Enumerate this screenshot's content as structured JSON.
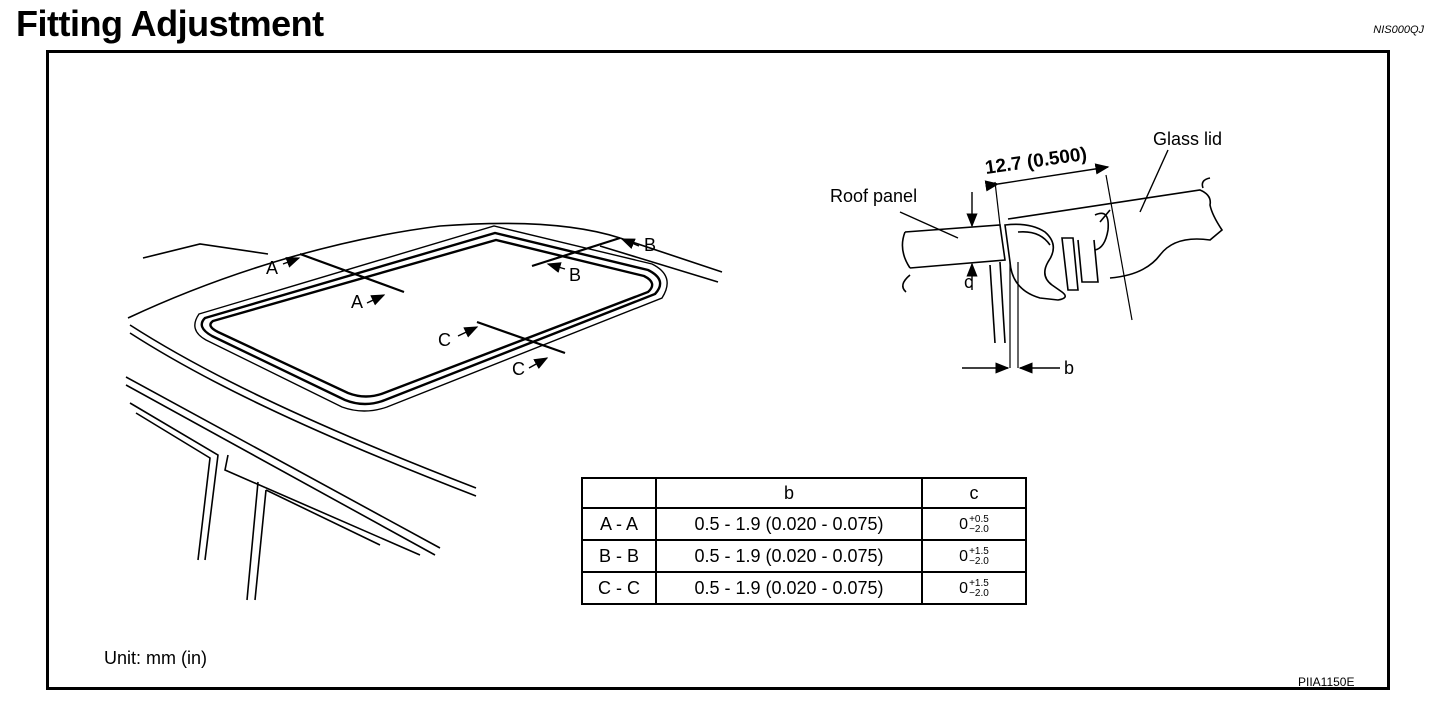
{
  "header": {
    "title": "Fitting Adjustment",
    "doc_code": "NIS000QJ"
  },
  "left_diagram": {
    "section_labels": [
      "A",
      "A",
      "B",
      "B",
      "C",
      "C"
    ]
  },
  "right_diagram": {
    "dimension": "12.7 (0.500)",
    "glass_lid": "Glass lid",
    "roof_panel": "Roof panel",
    "label_c": "c",
    "label_b": "b"
  },
  "spec_table": {
    "headers": [
      "",
      "b",
      "c"
    ],
    "rows": [
      {
        "section": "A - A",
        "b": "0.5 - 1.9 (0.020 - 0.075)",
        "c_base": "0",
        "c_upper": "+0.5",
        "c_lower": "−2.0"
      },
      {
        "section": "B - B",
        "b": "0.5 - 1.9 (0.020 - 0.075)",
        "c_base": "0",
        "c_upper": "+1.5",
        "c_lower": "−2.0"
      },
      {
        "section": "C - C",
        "b": "0.5 - 1.9 (0.020 - 0.075)",
        "c_base": "0",
        "c_upper": "+1.5",
        "c_lower": "−2.0"
      }
    ]
  },
  "footer": {
    "unit_note": "Unit: mm (in)",
    "figure_code": "PIIA1150E"
  }
}
